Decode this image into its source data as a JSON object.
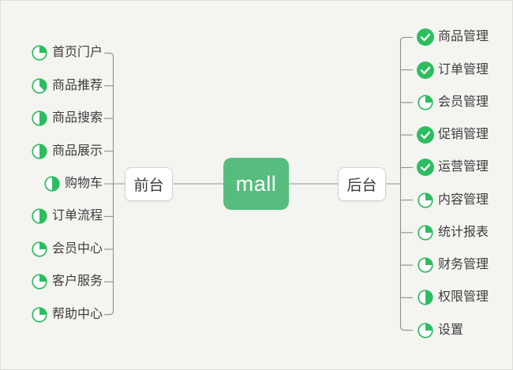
{
  "root": {
    "label": "mall"
  },
  "branches": [
    {
      "label": "前台",
      "side": "left",
      "items": [
        {
          "label": "首页门户",
          "status": "in-progress",
          "progress": "1/4"
        },
        {
          "label": "商品推荐",
          "status": "in-progress",
          "progress": "3/8"
        },
        {
          "label": "商品搜索",
          "status": "in-progress",
          "progress": "1/2"
        },
        {
          "label": "商品展示",
          "status": "in-progress",
          "progress": "1/2"
        },
        {
          "label": "购物车",
          "status": "in-progress",
          "progress": "1/2"
        },
        {
          "label": "订单流程",
          "status": "in-progress",
          "progress": "1/2"
        },
        {
          "label": "会员中心",
          "status": "in-progress",
          "progress": "1/4"
        },
        {
          "label": "客户服务",
          "status": "in-progress",
          "progress": "1/4"
        },
        {
          "label": "帮助中心",
          "status": "in-progress",
          "progress": "1/4"
        }
      ]
    },
    {
      "label": "后台",
      "side": "right",
      "items": [
        {
          "label": "商品管理",
          "status": "done",
          "progress": "done"
        },
        {
          "label": "订单管理",
          "status": "done",
          "progress": "done"
        },
        {
          "label": "会员管理",
          "status": "in-progress",
          "progress": "1/4"
        },
        {
          "label": "促销管理",
          "status": "done",
          "progress": "done"
        },
        {
          "label": "运营管理",
          "status": "done",
          "progress": "done"
        },
        {
          "label": "内容管理",
          "status": "in-progress",
          "progress": "1/4"
        },
        {
          "label": "统计报表",
          "status": "in-progress",
          "progress": "1/4"
        },
        {
          "label": "财务管理",
          "status": "in-progress",
          "progress": "1/4"
        },
        {
          "label": "权限管理",
          "status": "in-progress",
          "progress": "1/2"
        },
        {
          "label": "设置",
          "status": "in-progress",
          "progress": "1/4"
        }
      ]
    }
  ],
  "icons": {
    "in_progress": "progress-pie-icon",
    "done": "check-circle-icon"
  },
  "colors": {
    "background": "#f4f4f1",
    "node_green": "#56bd7e",
    "icon_green": "#2dbd61",
    "line_gray": "#909090",
    "box_border": "#d4d4d0",
    "text_dark": "#3d3d3d"
  }
}
